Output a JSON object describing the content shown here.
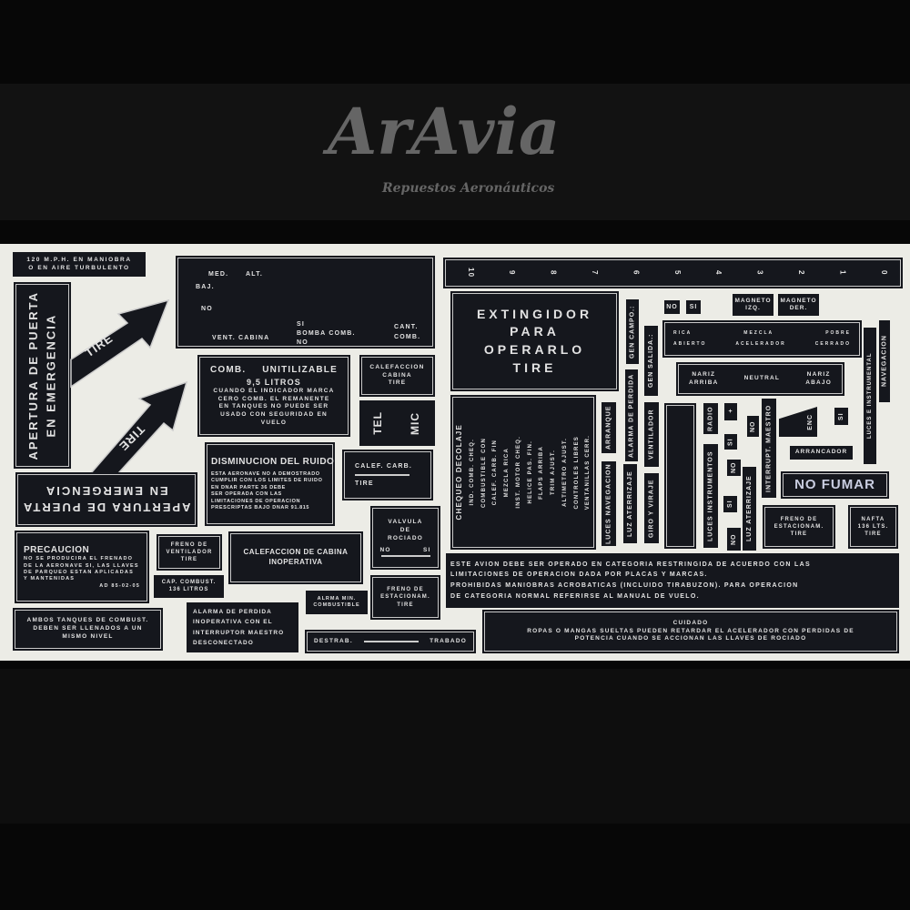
{
  "watermark": {
    "brand": "ArAvia",
    "tagline": "Repuestos Aeronáuticos"
  },
  "labels": {
    "speed": [
      "120 M.P.H. EN MANIOBRA",
      "O EN AIRE TURBULENTO"
    ],
    "door_vertical": [
      "APERTURA DE PUERTA",
      "EN EMERGENCIA"
    ],
    "arrow1": "TIRE",
    "arrow2": "TIRE",
    "door_inverted": [
      "EN EMERGENCIA",
      "APERTURA DE PUERTA"
    ],
    "panel": {
      "med": "MED.",
      "alt": "ALT.",
      "baj": "BAJ.",
      "no": "NO",
      "vent": "VENT. CABINA",
      "si": "SI",
      "bomba": "BOMBA COMB.",
      "no2": "NO",
      "cant": "CANT.",
      "comb": "COMB."
    },
    "comb_unusable": {
      "title_left": "COMB.",
      "title_right": "UNITILIZABLE",
      "amount": "9,5 LITROS",
      "lines": [
        "CUANDO EL INDICADOR MARCA",
        "CERO COMB. EL REMANENTE",
        "EN TANQUES NO PUEDE SER",
        "USADO CON SEGURIDAD EN",
        "VUELO"
      ]
    },
    "calef_cabina": [
      "CALEFACCION",
      "CABINA",
      "TIRE"
    ],
    "tel": "TEL",
    "mic": "MIC",
    "noise": {
      "title": "DISMINUCION DEL RUIDO",
      "lines": [
        "ESTA AERONAVE NO A DEMOSTRADO",
        "CUMPLIR CON LOS LIMITES DE RUIDO",
        "EN DNAR PARTE 36 DEBE",
        "SER OPERADA CON LAS",
        "LIMITACIONES DE OPERACION",
        "PRESCRIPTAS BAJO DNAR 91.815"
      ]
    },
    "calef_carb": {
      "title": "CALEF. CARB.",
      "action": "TIRE"
    },
    "valvula": {
      "lines": [
        "VALVULA",
        "DE",
        "ROCIADO"
      ],
      "no": "NO",
      "si": "SI"
    },
    "precaucion": {
      "title": "PRECAUCION",
      "lines": [
        "NO SE PRODUCIRA EL FRENADO",
        "DE LA AERONAVE SI, LAS LLAVES",
        "DE PARQUEO ESTAN APLICADAS",
        "Y MANTENIDAS"
      ],
      "ref": "AD 85-02-05"
    },
    "freno_vent": [
      "FRENO DE",
      "VENTILADOR",
      "TIRE"
    ],
    "cap_comb": [
      "CAP. COMBUST.",
      "136 LITROS"
    ],
    "calef_inop": [
      "CALEFACCION DE CABINA",
      "INOPERATIVA"
    ],
    "freno_est1": [
      "FRENO DE",
      "ESTACIONAM.",
      "TIRE"
    ],
    "alrma": [
      "ALRMA MIN.",
      "COMBUSTIBLE"
    ],
    "ambos": [
      "AMBOS TANQUES DE COMBUST.",
      "DEBEN SER LLENADOS A UN",
      "MISMO NIVEL"
    ],
    "alarma_perdida": [
      "ALARMA DE PERDIDA",
      "INOPERATIVA CON EL",
      "INTERRUPTOR MAESTRO",
      "DESCONECTADO"
    ],
    "destrab": {
      "left": "DESTRAB.",
      "right": "TRABADO"
    },
    "este_avion": [
      "ESTE AVION DEBE SER OPERADO EN CATEGORIA RESTRINGIDA DE ACUERDO CON LAS",
      "LIMITACIONES DE OPERACION DADA POR PLACAS Y MARCAS.",
      "PROHIBIDAS MANIOBRAS ACROBATICAS (INCLUIDO TIRABUZON). PARA OPERACION",
      "DE CATEGORIA NORMAL REFERIRSE AL MANUAL DE VUELO."
    ],
    "cuidado": {
      "title": "CUIDADO",
      "lines": [
        "ROPAS O MANGAS SUELTAS PUEDEN RETARDAR EL ACELERADOR CON PERDIDAS DE",
        "POTENCIA CUANDO SE ACCIONAN LAS LLAVES DE ROCIADO"
      ]
    },
    "scale": [
      "10",
      "9",
      "8",
      "7",
      "6",
      "5",
      "4",
      "3",
      "2",
      "1",
      "0"
    ],
    "extingidor": [
      "EXTINGIDOR",
      "PARA",
      "OPERARLO",
      "TIRE"
    ],
    "checklist": [
      "CHEQUEO DECOLAJE",
      "IND. COMB. CHEQ.",
      "COMBUSTIBLE CON",
      "CALEF. CARB. FIN",
      "MEZCLA RICA",
      "INST. MOTOR CHEQ.",
      "HELICE PAS. FIN.",
      "FLAPS ARRIBA",
      "TRIM AJUST.",
      "ALTIMETRO AJUST.",
      "CONTROLES LIBRES",
      "VENTANILLAS CERR."
    ],
    "gen_campo": "GEN CAMPO.:",
    "alarma_perdida_strip": "ALARMA DE PERDIDA",
    "luz_aterrizaje": "LUZ ATERRIZAJE",
    "gen_salida": "GEN SALIDA.:",
    "ventilador": "VENTILADOR",
    "giro": "GIRO Y VIRAJE",
    "arranque": "ARRANQUE",
    "luces_nav": "LUCES NAVEGACION",
    "no1": "NO",
    "si1": "SI",
    "magneto_izq": [
      "MAGNETO",
      "IZQ."
    ],
    "magneto_der": [
      "MAGNETO",
      "DER."
    ],
    "mezcla": {
      "top": [
        "RICA",
        "MEZCLA",
        "POBRE"
      ],
      "bottom": [
        "ABIERTO",
        "ACELERADOR",
        "CERRADO"
      ]
    },
    "nariz": {
      "left": [
        "NARIZ",
        "ARRIBA"
      ],
      "mid": "NEUTRAL",
      "right": [
        "NARIZ",
        "ABAJO"
      ]
    },
    "radio": "RADIO",
    "luces_inst": "LUCES INSTRUMENTOS",
    "plus": "+",
    "si2": "SI",
    "no2": "NO",
    "luz_aterrizaje2": "LUZ ATERRIZAJE",
    "no3": "NO",
    "si3": "SI",
    "no4": "NO",
    "interrupt": "INTERRUPT. MAESTRO",
    "enc": "ENC",
    "si4": "SI",
    "arrancador": "ARRANCADOR",
    "navegacion": "NAVEGACION",
    "luces_e_inst": "LUCES E INSTRUMENTAL",
    "no_fumar": "NO FUMAR",
    "freno_est2": [
      "FRENO DE",
      "ESTACIONAM.",
      "TIRE"
    ],
    "nafta": [
      "NAFTA",
      "136 LTS.",
      "TIRE"
    ]
  }
}
